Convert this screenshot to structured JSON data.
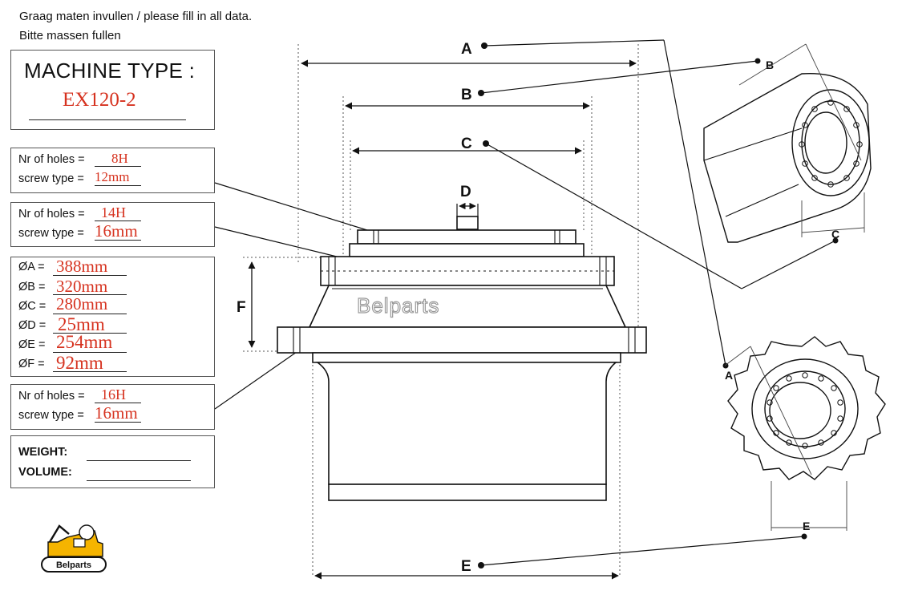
{
  "header": {
    "line1": "Graag maten invullen / please fill in all data.",
    "line2": "Bitte massen fullen"
  },
  "machine": {
    "label": "MACHINE TYPE :",
    "value": "EX120-2"
  },
  "holes_top": {
    "holes_label": "Nr of holes =",
    "holes_value": "8H",
    "screw_label": "screw type =",
    "screw_value": "12mm"
  },
  "holes_mid": {
    "holes_label": "Nr of holes =",
    "holes_value": "14H",
    "screw_label": "screw type =",
    "screw_value": "16mm"
  },
  "diameters": [
    {
      "label": "ØA =",
      "value": "388mm"
    },
    {
      "label": "ØB =",
      "value": "320mm"
    },
    {
      "label": "ØC =",
      "value": "280mm"
    },
    {
      "label": "ØD =",
      "value": "25mm"
    },
    {
      "label": "ØE =",
      "value": "254mm"
    },
    {
      "label": "ØF =",
      "value": "92mm"
    }
  ],
  "holes_bottom": {
    "holes_label": "Nr of holes =",
    "holes_value": "16H",
    "screw_label": "screw type =",
    "screw_value": "16mm"
  },
  "weight_volume": {
    "weight_label": "WEIGHT:",
    "volume_label": "VOLUME:"
  },
  "dimension_labels": {
    "a": "A",
    "b": "B",
    "c": "C",
    "d": "D",
    "e": "E",
    "f": "F"
  },
  "logo": {
    "text": "Belparts",
    "color": "#f5b400"
  },
  "watermark": "Belparts",
  "colors": {
    "value_red": "#d6321f",
    "line": "#222222",
    "logo_yellow": "#f5b400"
  }
}
